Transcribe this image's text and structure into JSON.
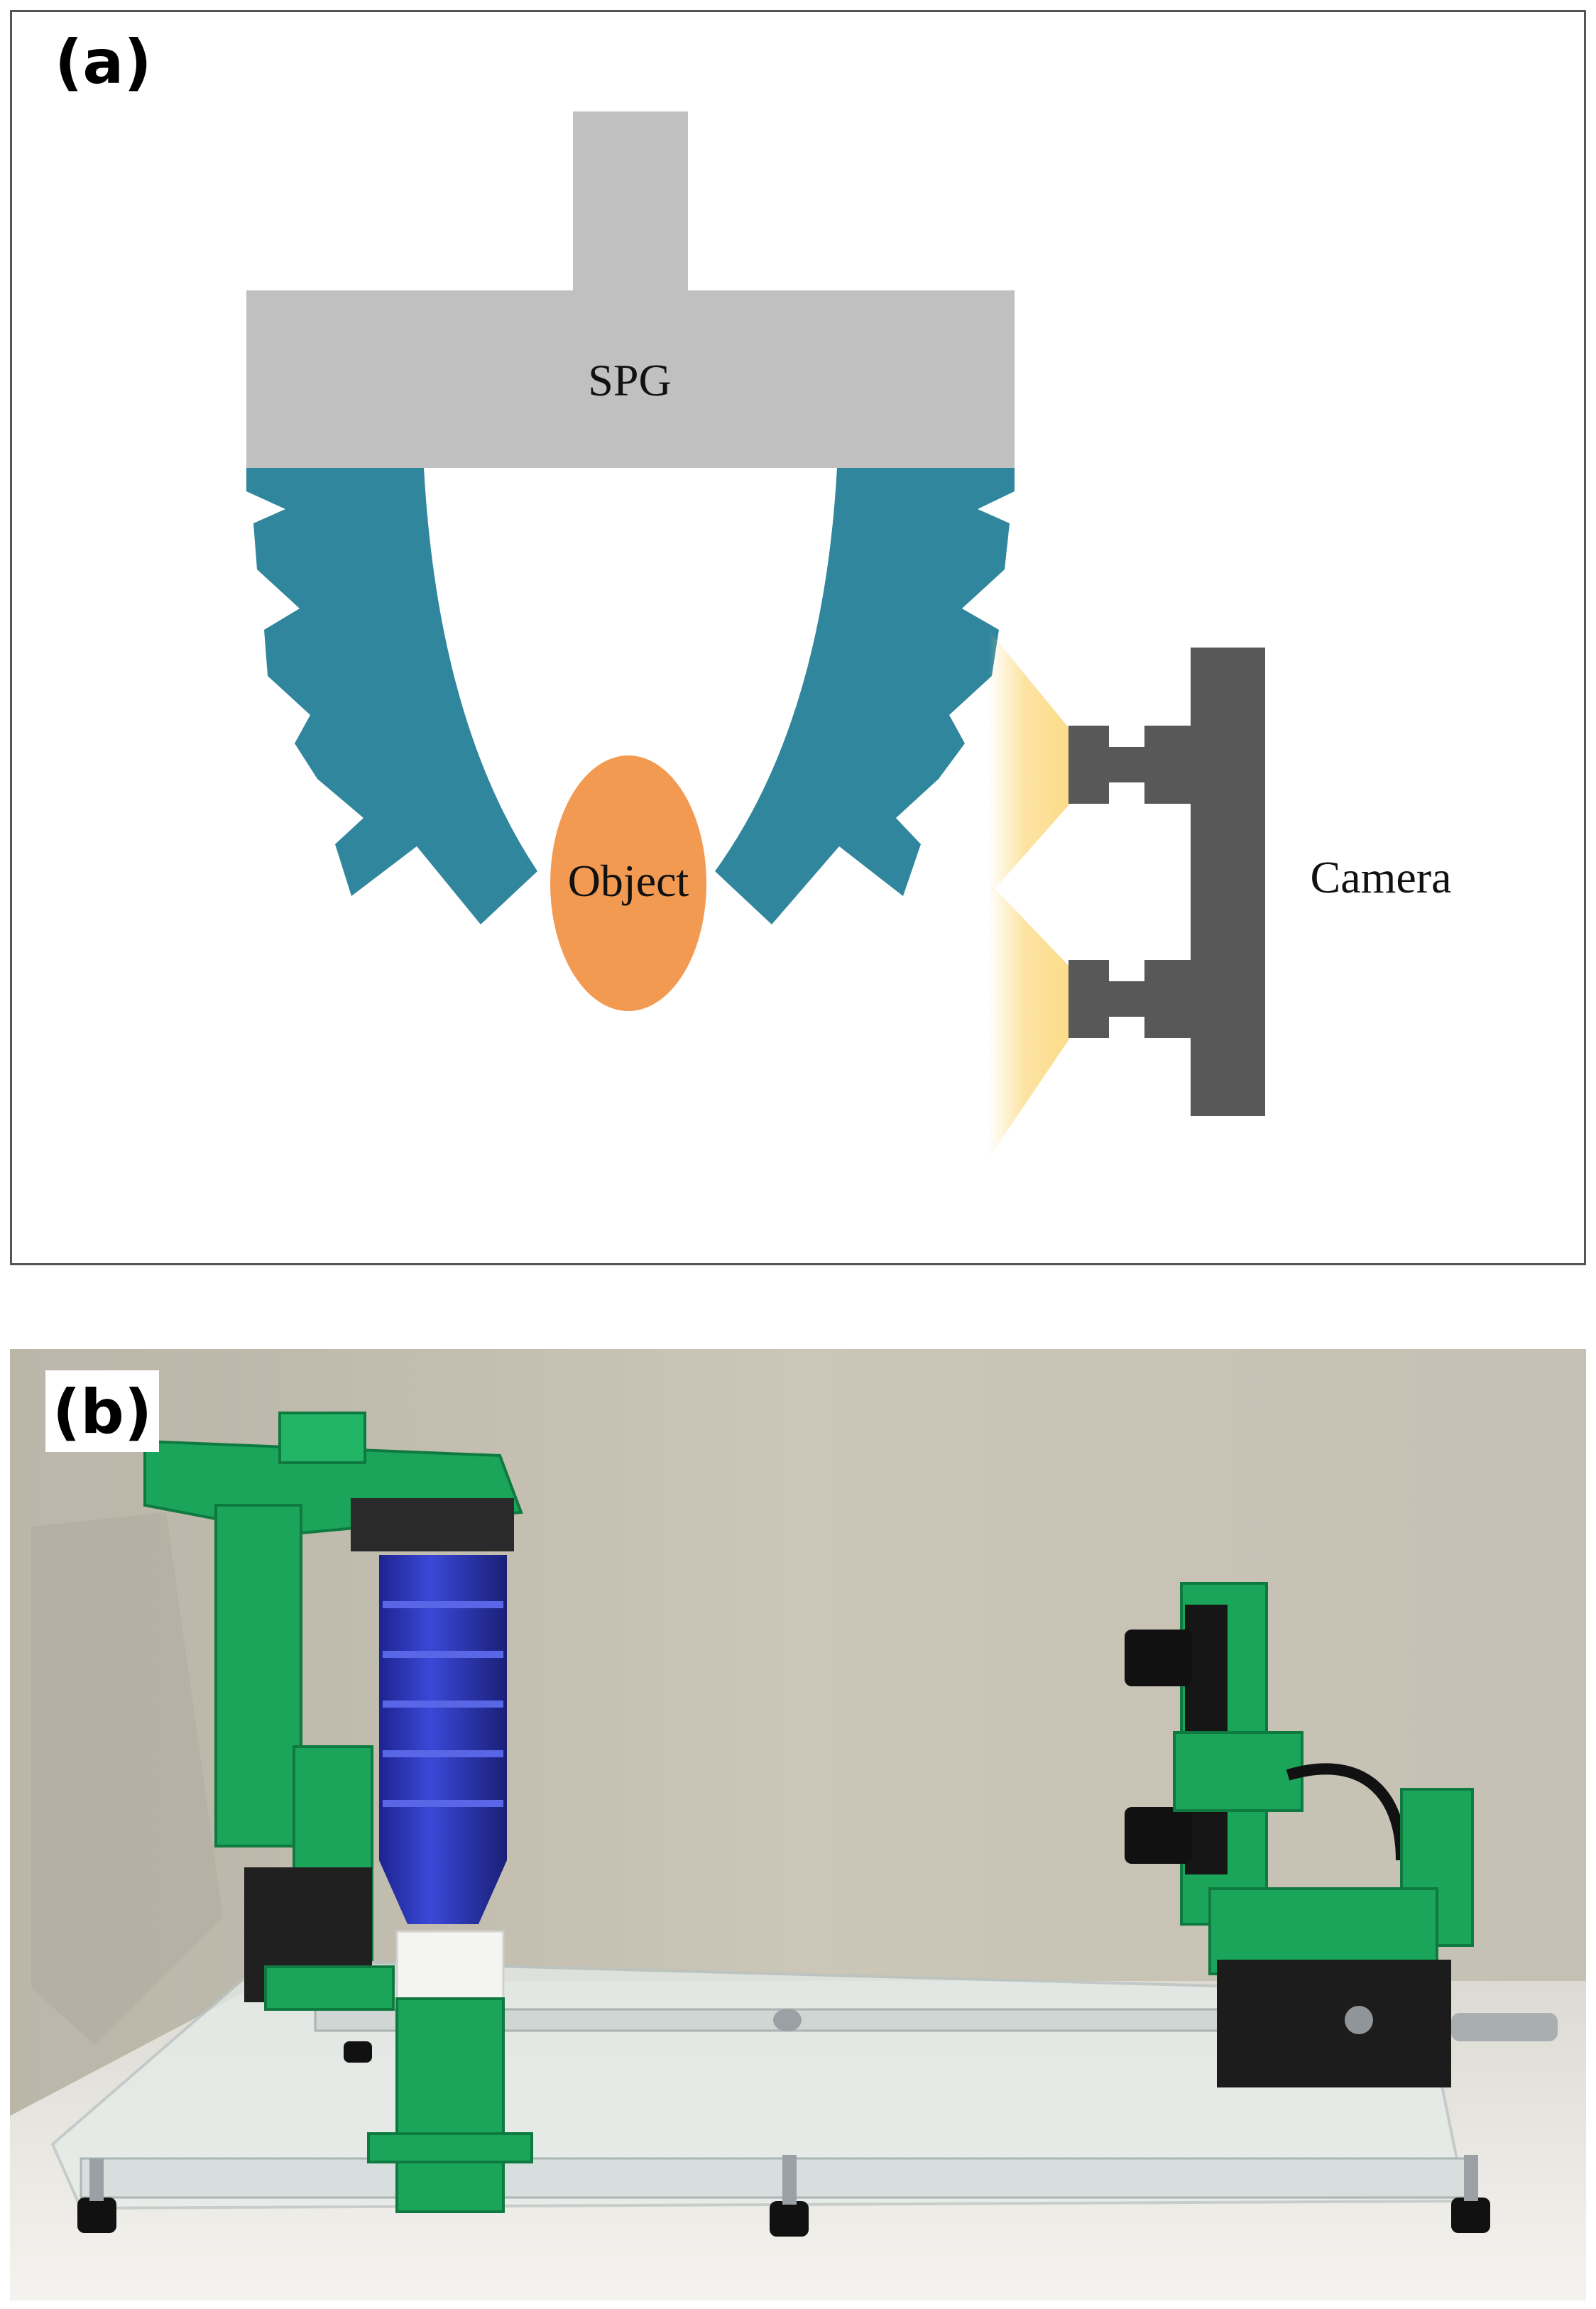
{
  "panel_a": {
    "label": "(a)",
    "spg_label": "SPG",
    "object_label": "Object",
    "camera_label": "Camera"
  },
  "panel_b": {
    "label": "(b)"
  },
  "colors": {
    "spg_gray": "#c0c0c0",
    "finger_teal": "#30869c",
    "object_orange": "#f39a52",
    "camera_gray": "#585858",
    "light_yellow": "#fcdc8a",
    "print_green": "#1aa55a",
    "actuator_blue": "#2c37c6"
  }
}
